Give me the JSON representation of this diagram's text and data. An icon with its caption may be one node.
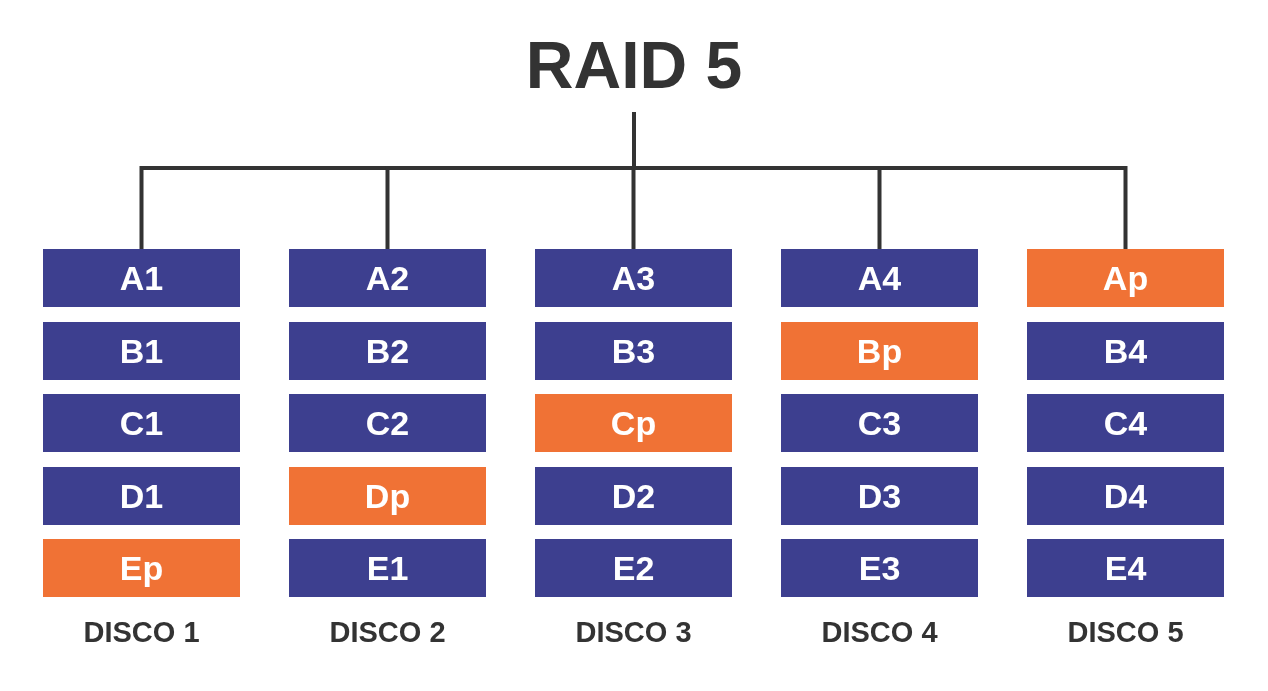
{
  "diagram": {
    "nodes": [
      {
        "text": [
          "RAID 5"
        ]
      },
      {
        "text": [
          "A1"
        ]
      },
      {
        "text": [
          "A2"
        ]
      },
      {
        "text": [
          "A3"
        ]
      },
      {
        "text": [
          "A4"
        ]
      },
      {
        "text": [
          "Ap"
        ]
      },
      {
        "text": [
          "B1"
        ]
      },
      {
        "text": [
          "B2"
        ]
      },
      {
        "text": [
          "B3"
        ]
      },
      {
        "text": [
          "Bp"
        ]
      },
      {
        "text": [
          "B4"
        ]
      },
      {
        "text": [
          "C1"
        ]
      },
      {
        "text": [
          "C2"
        ]
      },
      {
        "text": [
          "Cp"
        ]
      },
      {
        "text": [
          "C3"
        ]
      },
      {
        "text": [
          "C4"
        ]
      },
      {
        "text": [
          "D1"
        ]
      },
      {
        "text": [
          "Dp"
        ]
      },
      {
        "text": [
          "D2"
        ]
      },
      {
        "text": [
          "D3"
        ]
      },
      {
        "text": [
          "D4"
        ]
      },
      {
        "text": [
          "Ep"
        ]
      },
      {
        "text": [
          "E1"
        ]
      },
      {
        "text": [
          "E2"
        ]
      },
      {
        "text": [
          "E3"
        ]
      },
      {
        "text": [
          "E4"
        ]
      }
    ],
    "edges": [
      {
        "from": 0,
        "to": 1,
        "arrow": "none"
      },
      {
        "from": 0,
        "to": 2,
        "arrow": "none"
      },
      {
        "from": 0,
        "to": 3,
        "arrow": "none"
      },
      {
        "from": 0,
        "to": 4,
        "arrow": "none"
      },
      {
        "from": 0,
        "to": 5,
        "arrow": "none"
      }
    ],
    "labels": [
      "DISCO 1",
      "DISCO 2",
      "DISCO 3",
      "DISCO 4",
      "DISCO 5"
    ]
  }
}
